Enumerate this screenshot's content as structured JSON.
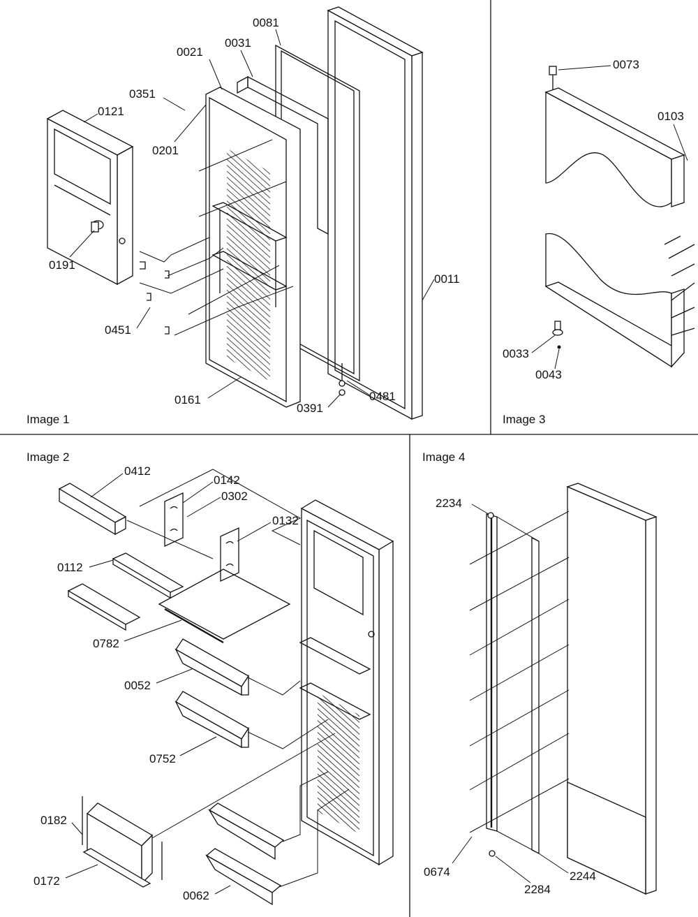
{
  "panels": {
    "p1": "Image 1",
    "p2": "Image 2",
    "p3": "Image 3",
    "p4": "Image 4"
  },
  "callouts": {
    "c0081": "0081",
    "c0021": "0021",
    "c0031": "0031",
    "c0351": "0351",
    "c0121": "0121",
    "c0201": "0201",
    "c0191": "0191",
    "c0451": "0451",
    "c0011": "0011",
    "c0161": "0161",
    "c0391": "0391",
    "c0481": "0481",
    "c0073": "0073",
    "c0103": "0103",
    "c0033": "0033",
    "c0043": "0043",
    "c0412": "0412",
    "c0142": "0142",
    "c0302": "0302",
    "c0132": "0132",
    "c0112": "0112",
    "c0782": "0782",
    "c0052": "0052",
    "c0752": "0752",
    "c0182": "0182",
    "c0172": "0172",
    "c0062": "0062",
    "c2234": "2234",
    "c0674": "0674",
    "c2284": "2284",
    "c2244": "2244"
  }
}
